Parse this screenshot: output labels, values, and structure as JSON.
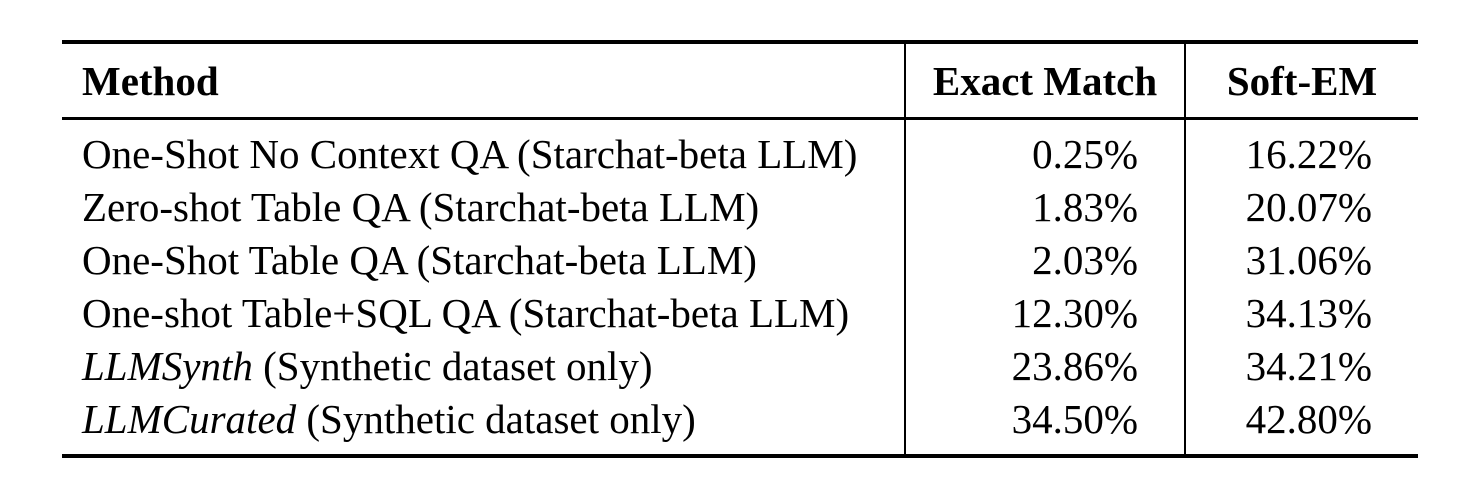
{
  "table": {
    "columns": {
      "method": "Method",
      "exact_match": "Exact Match",
      "soft_em": "Soft-EM"
    },
    "rows": [
      {
        "method_italic": "",
        "method_rest": "One-Shot No Context QA (Starchat-beta LLM)",
        "exact_match": "0.25%",
        "soft_em": "16.22%"
      },
      {
        "method_italic": "",
        "method_rest": "Zero-shot Table QA (Starchat-beta LLM)",
        "exact_match": "1.83%",
        "soft_em": "20.07%"
      },
      {
        "method_italic": "",
        "method_rest": "One-Shot Table QA (Starchat-beta LLM)",
        "exact_match": "2.03%",
        "soft_em": "31.06%"
      },
      {
        "method_italic": "",
        "method_rest": "One-shot Table+SQL QA (Starchat-beta LLM)",
        "exact_match": "12.30%",
        "soft_em": "34.13%"
      },
      {
        "method_italic": "LLMSynth",
        "method_rest": " (Synthetic dataset only)",
        "exact_match": "23.86%",
        "soft_em": "34.21%"
      },
      {
        "method_italic": "LLMCurated",
        "method_rest": " (Synthetic dataset only)",
        "exact_match": "34.50%",
        "soft_em": "42.80%"
      }
    ]
  },
  "colors": {
    "text": "#000000",
    "background": "#ffffff",
    "rule": "#000000"
  }
}
